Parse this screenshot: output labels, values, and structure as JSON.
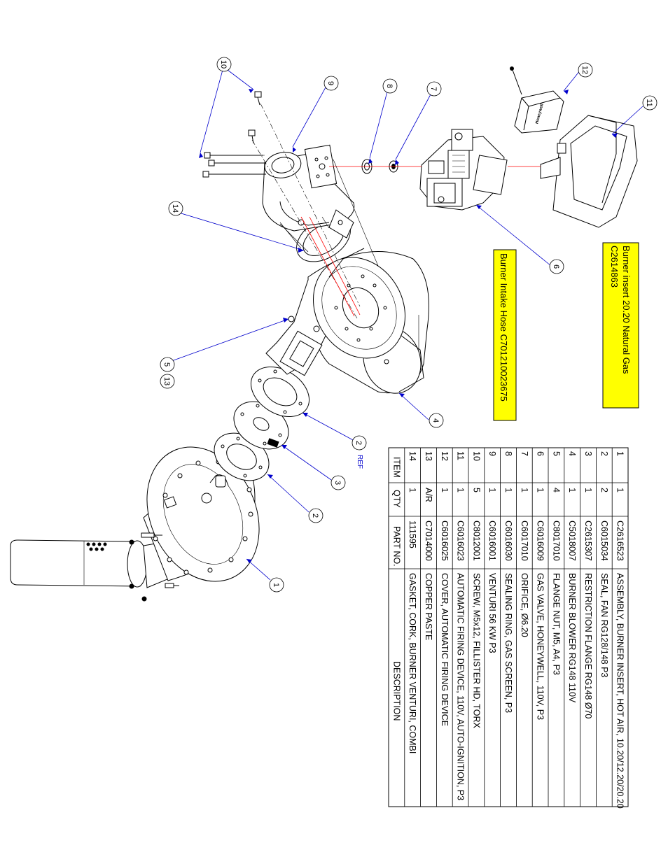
{
  "notes": {
    "burner_insert_line1": "Burner insert 20.20 Natural Gas",
    "burner_insert_line2": "C2614863",
    "intake_hose": "Burner Intake Hose  C701210023675"
  },
  "callouts": {
    "c1": "1",
    "c2a": "2",
    "c2b": "2",
    "c2_ref": "REF",
    "c3": "3",
    "c4": "4",
    "c5": "5",
    "c13": "13",
    "c6": "6",
    "c7": "7",
    "c8": "8",
    "c9": "9",
    "c10": "10",
    "c11": "11",
    "c12": "12",
    "c14": "14"
  },
  "logo_text": "Honeywell",
  "parts_table": {
    "headers": {
      "item": "ITEM",
      "qty": "QTY",
      "part": "PART NO.",
      "desc": "DESCRIPTION"
    },
    "rows": [
      {
        "item": "1",
        "qty": "1",
        "part": "C2616523",
        "desc": "ASSEMBLY, BURNER INSERT, HOT AIR, 10.20/12.20/20.20"
      },
      {
        "item": "2",
        "qty": "2",
        "part": "C6015034",
        "desc": "SEAL, FAN RG128/148 P3"
      },
      {
        "item": "3",
        "qty": "1",
        "part": "C2615307",
        "desc": "RESTRICTION FLANGE RG148 Ø70"
      },
      {
        "item": "4",
        "qty": "1",
        "part": "C5018007",
        "desc": "BURNER BLOWER RG148 110V"
      },
      {
        "item": "5",
        "qty": "4",
        "part": "C8017010",
        "desc": "FLANGE NUT, M5, A4, P3"
      },
      {
        "item": "6",
        "qty": "1",
        "part": "C6016009",
        "desc": "GAS VALVE, HONEYWELL, 110V, P3"
      },
      {
        "item": "7",
        "qty": "1",
        "part": "C6017010",
        "desc": "ORIFICE, Ø6.20"
      },
      {
        "item": "8",
        "qty": "1",
        "part": "C6016030",
        "desc": "SEALING RING, GAS SCREEN, P3"
      },
      {
        "item": "9",
        "qty": "1",
        "part": "C6016001",
        "desc": "VENTURI 56 KW P3"
      },
      {
        "item": "10",
        "qty": "5",
        "part": "C8012001",
        "desc": "SCREW, M5x12, FILLISTER HD, TORX"
      },
      {
        "item": "11",
        "qty": "1",
        "part": "C6016023",
        "desc": "AUTOMATIC FIRING DEVICE, 110V, AUTO-IGNITION, P3"
      },
      {
        "item": "12",
        "qty": "1",
        "part": "C6016025",
        "desc": "COVER, AUTOMATIC FIRING DEVICE"
      },
      {
        "item": "13",
        "qty": "A/R",
        "part": "C7014000",
        "desc": "COPPER PASTE"
      },
      {
        "item": "14",
        "qty": "1",
        "part": "111595",
        "desc": "GASKET, CORK, BURNER VENTURI, COMBI"
      }
    ]
  },
  "colors": {
    "note_fill": "#ffff00",
    "leader": "#0000cc",
    "axis": "#ff0000",
    "ref_text": "#0000cc"
  }
}
